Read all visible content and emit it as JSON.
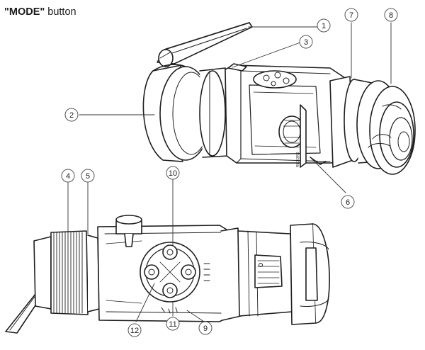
{
  "caption": {
    "bold": "\"MODE\"",
    "rest": " button"
  },
  "callouts": [
    "1",
    "2",
    "3",
    "4",
    "5",
    "6",
    "7",
    "8",
    "9",
    "10",
    "11",
    "12"
  ],
  "device_label": "RECORD",
  "colors": {
    "line": "#1f1f1f",
    "fill": "#ffffff",
    "callout_stroke": "#555555"
  }
}
